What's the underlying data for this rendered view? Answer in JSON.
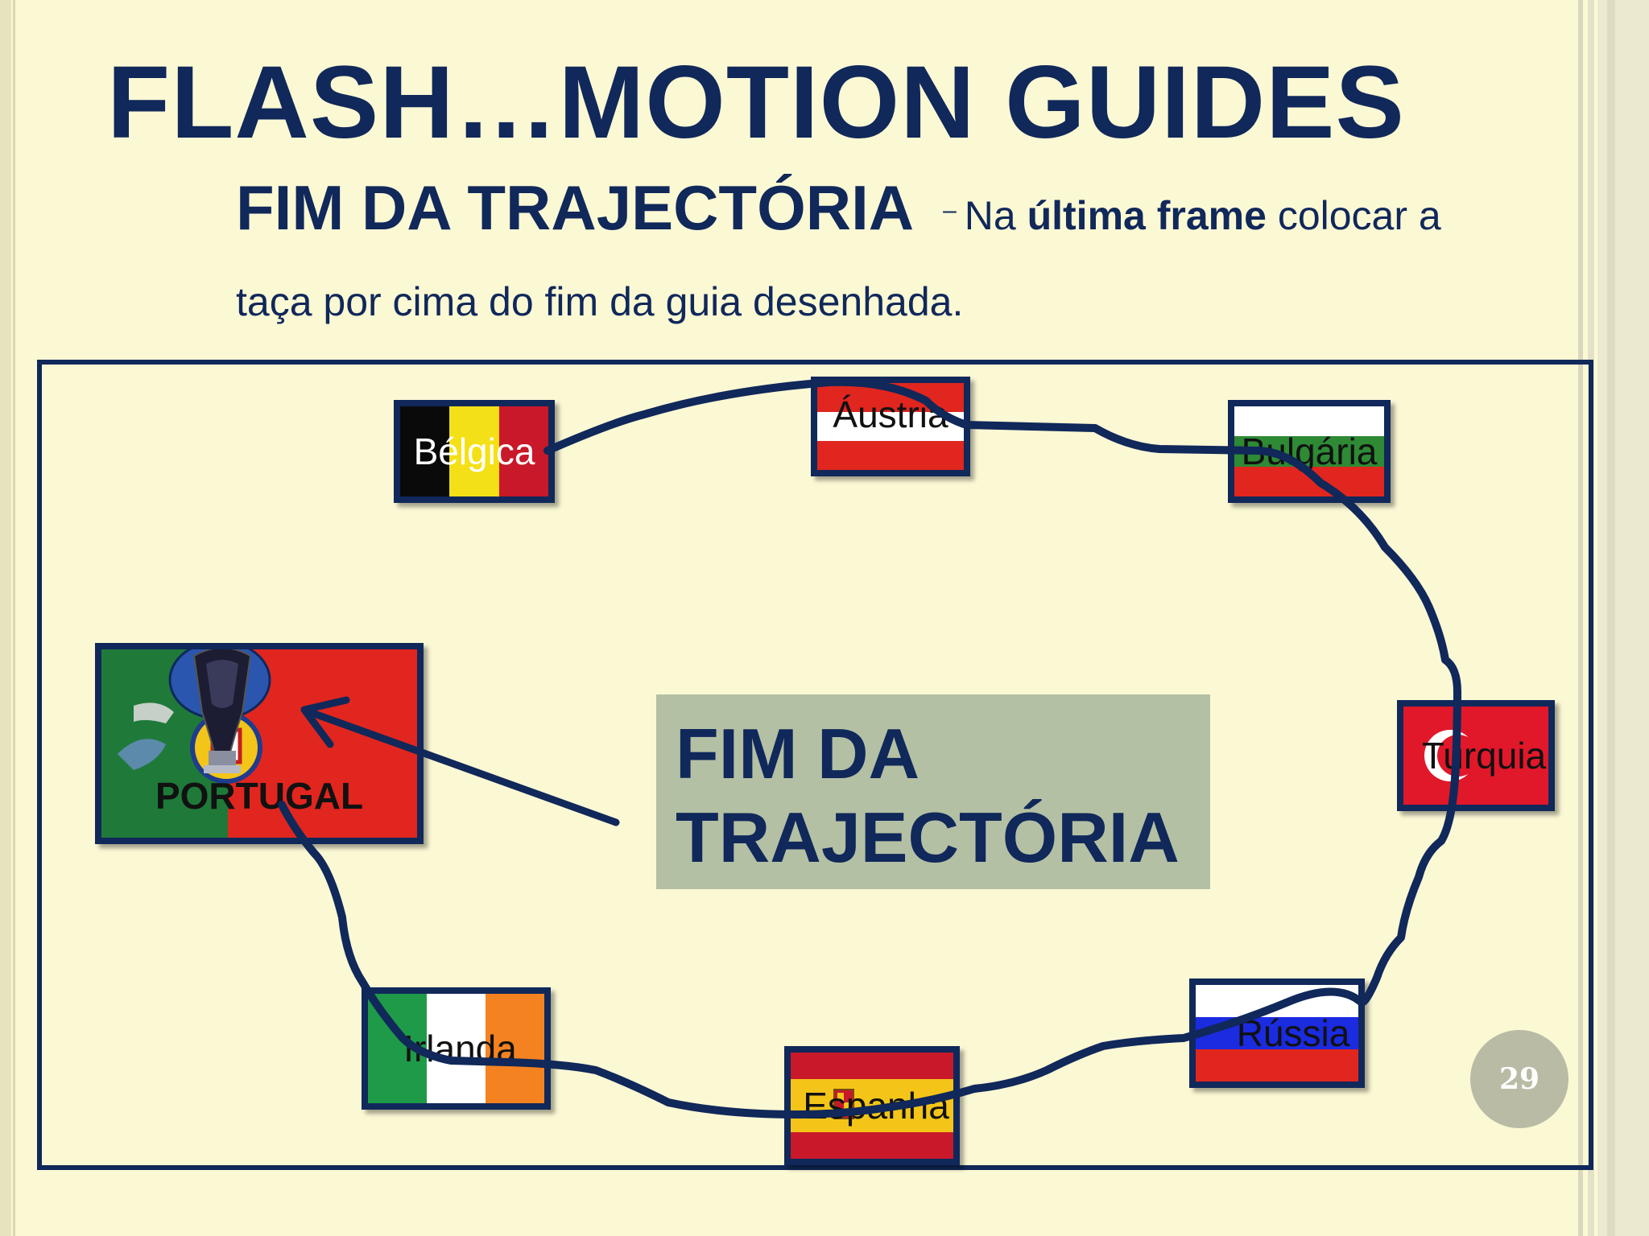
{
  "slide": {
    "title": "FLASH…MOTION GUIDES",
    "subtitle": {
      "heading": "FIM DA TRAJECTÓRIA",
      "dash": "–",
      "text_before": "Na ",
      "text_bold": "última frame",
      "text_after": " colocar a",
      "line2": "taça por cima do fim da guia desenhada."
    },
    "center_label": {
      "line1": "FIM DA",
      "line2": "TRAJECTÓRIA"
    },
    "page_number": "29"
  },
  "flags": {
    "portugal": "PORTUGAL",
    "belgica": "Bélgica",
    "austria": "Áustria",
    "bulgaria": "Bulgária",
    "turquia": "Turquia",
    "russia": "Rússia",
    "espanha": "Espanha",
    "irlanda": "Irlanda"
  },
  "colors": {
    "background": "#fbf8d4",
    "title": "#10285a",
    "accent_box": "#b4c0a4",
    "guide_path": "#10285a"
  }
}
